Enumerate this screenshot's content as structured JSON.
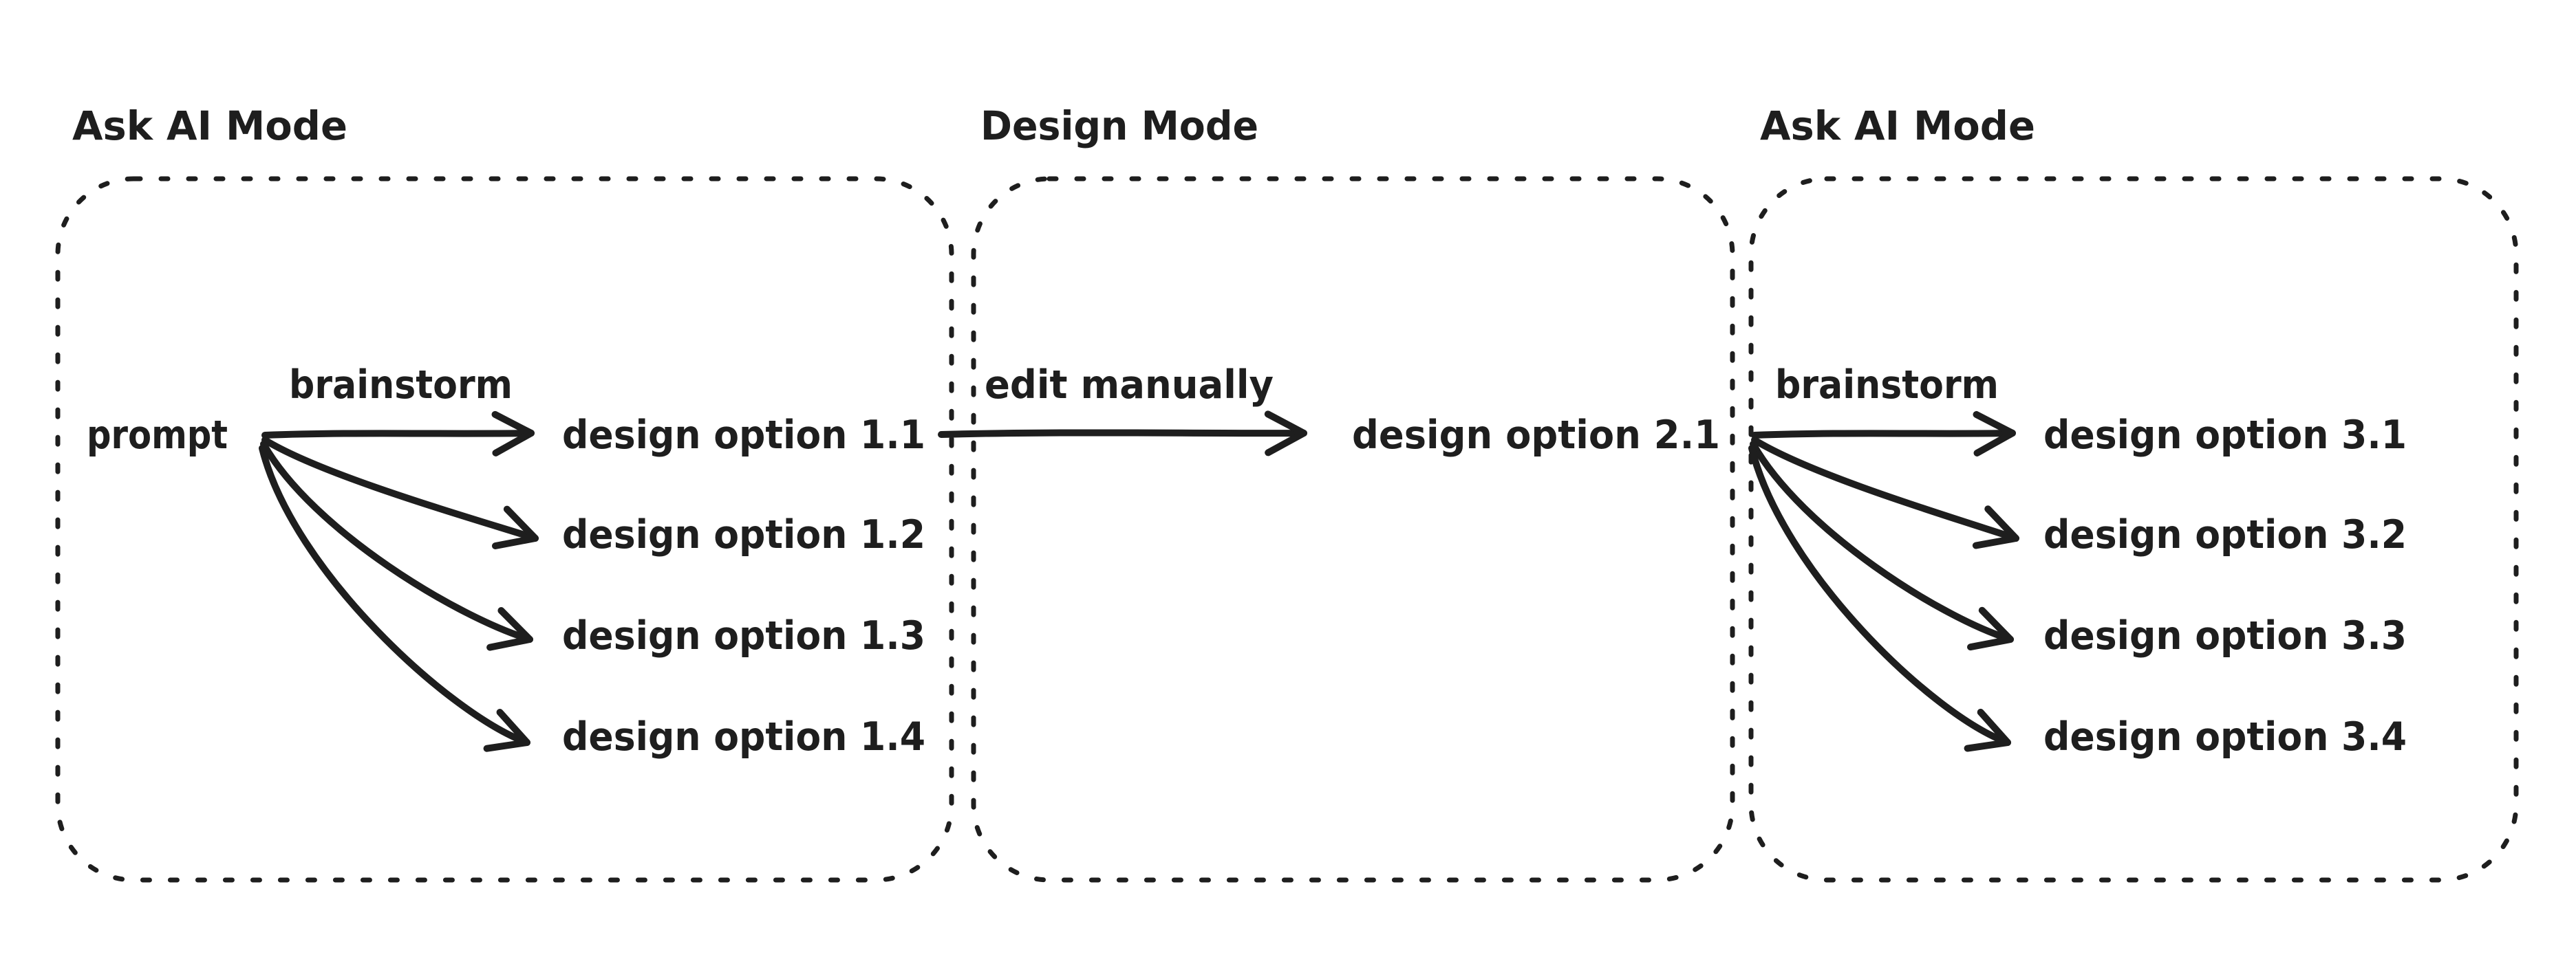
{
  "colors": {
    "background": "#ffffff",
    "ink": "#1e1e1e"
  },
  "panels": [
    {
      "title": "Ask AI Mode",
      "source": "prompt",
      "arrow_label": "brainstorm",
      "options": [
        "design option 1.1",
        "design option 1.2",
        "design option 1.3",
        "design option 1.4"
      ]
    },
    {
      "title": "Design Mode",
      "arrow_label": "edit manually",
      "options": [
        "design option 2.1"
      ]
    },
    {
      "title": "Ask AI Mode",
      "arrow_label": "brainstorm",
      "options": [
        "design option 3.1",
        "design option 3.2",
        "design option 3.3",
        "design option 3.4"
      ]
    }
  ]
}
